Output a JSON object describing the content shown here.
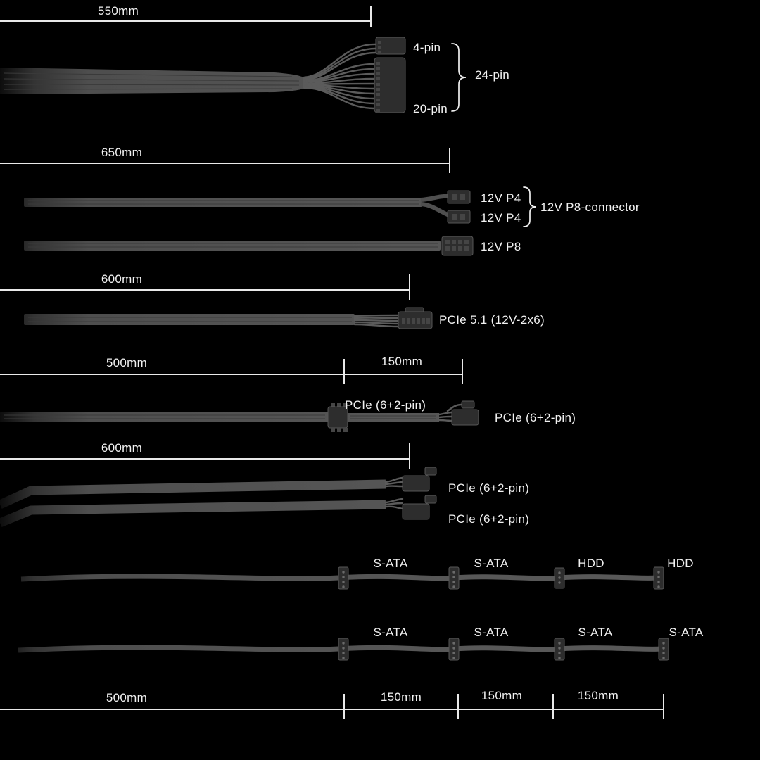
{
  "colors": {
    "background": "#000000",
    "text": "#f2f2f2",
    "cable": "#555555",
    "connector": "#2d2d2d",
    "measure_line": "#e9e9e9"
  },
  "rows": [
    {
      "name": "atx-24pin-cable",
      "length_label": "550mm",
      "labels": {
        "pin4": "4-pin",
        "pin24": "24-pin",
        "pin20": "20-pin"
      }
    },
    {
      "name": "cpu-12v-cables",
      "length_label": "650mm",
      "labels": {
        "p4_top": "12V P4",
        "p4_bottom": "12V P4",
        "p8_connector": "12V P8-connector",
        "p8": "12V P8"
      }
    },
    {
      "name": "pcie-51-cable",
      "length_label": "600mm",
      "labels": {
        "connector": "PCIe 5.1 (12V-2x6)"
      }
    },
    {
      "name": "pcie-daisy-cable",
      "length_main": "500mm",
      "length_ext": "150mm",
      "labels": {
        "mid": "PCIe (6+2-pin)",
        "end": "PCIe (6+2-pin)"
      }
    },
    {
      "name": "pcie-dual-cable",
      "length_label": "600mm",
      "labels": {
        "top": "PCIe (6+2-pin)",
        "bottom": "PCIe (6+2-pin)"
      }
    },
    {
      "name": "peripheral-mixed-cable",
      "labels": {
        "c1": "S-ATA",
        "c2": "S-ATA",
        "c3": "HDD",
        "c4": "HDD"
      }
    },
    {
      "name": "peripheral-sata-cable",
      "labels": {
        "c1": "S-ATA",
        "c2": "S-ATA",
        "c3": "S-ATA",
        "c4": "S-ATA"
      }
    },
    {
      "name": "bottom-scale",
      "segments": {
        "s1": "500mm",
        "s2": "150mm",
        "s3": "150mm",
        "s4": "150mm"
      }
    }
  ]
}
